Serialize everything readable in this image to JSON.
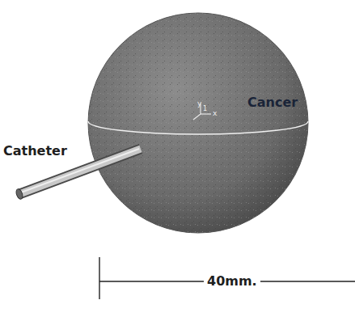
{
  "diagram": {
    "nodes": [
      {
        "text": [
          "Cancer"
        ]
      }
    ],
    "labels": [
      "Catheter",
      "40mm.",
      "y",
      "1",
      "x"
    ]
  }
}
